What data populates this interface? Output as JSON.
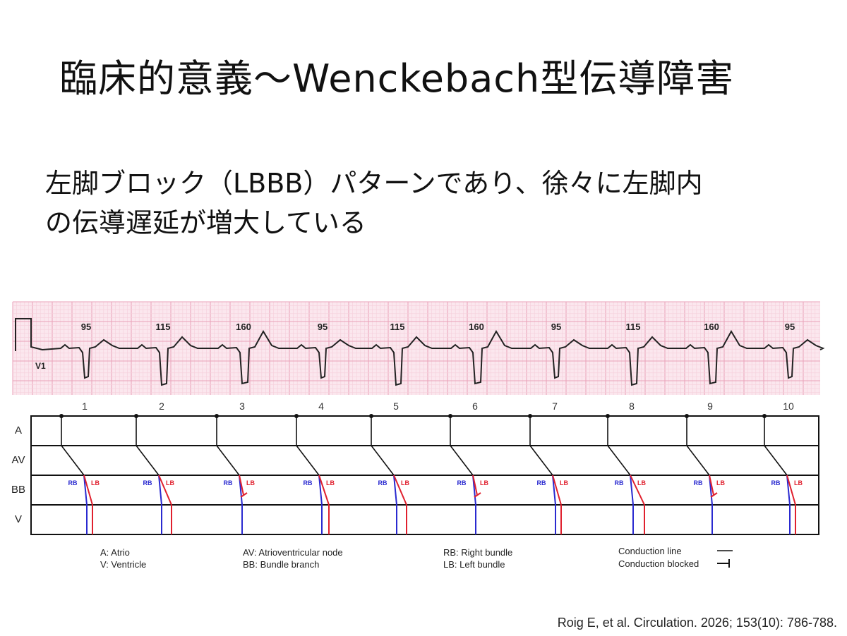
{
  "title": "臨床的意義～Wenckebach型伝導障害",
  "bullet": {
    "line1": "左脚ブロック（LBBB）パターンであり、徐々に左脚内",
    "line2": "の伝導遅延が増大している"
  },
  "ecg": {
    "lead_label": "V1",
    "beat_labels": [
      "95",
      "115",
      "160",
      "95",
      "115",
      "160",
      "95",
      "115",
      "160",
      "95"
    ]
  },
  "ladder": {
    "beat_numbers": [
      "1",
      "2",
      "3",
      "4",
      "5",
      "6",
      "7",
      "8",
      "9",
      "10"
    ],
    "row_labels": [
      "A",
      "AV",
      "BB",
      "V"
    ],
    "rb_label": "RB",
    "lb_label": "LB",
    "left_bundle_blocked_beats": [
      3,
      6,
      9
    ],
    "colors": {
      "right_bundle": "#2a2ad0",
      "left_bundle": "#e0202e",
      "av_line": "#111111"
    }
  },
  "legend": {
    "col1": [
      "A: Atrio",
      "V: Ventricle"
    ],
    "col2": [
      "AV: Atrioventricular node",
      "BB: Bundle branch"
    ],
    "col3": [
      "RB: Right bundle",
      "LB: Left bundle"
    ],
    "col4": [
      "Conduction line",
      "Conduction blocked"
    ]
  },
  "citation": "Roig E, et al. Circulation. 2026; 153(10): 786-788."
}
